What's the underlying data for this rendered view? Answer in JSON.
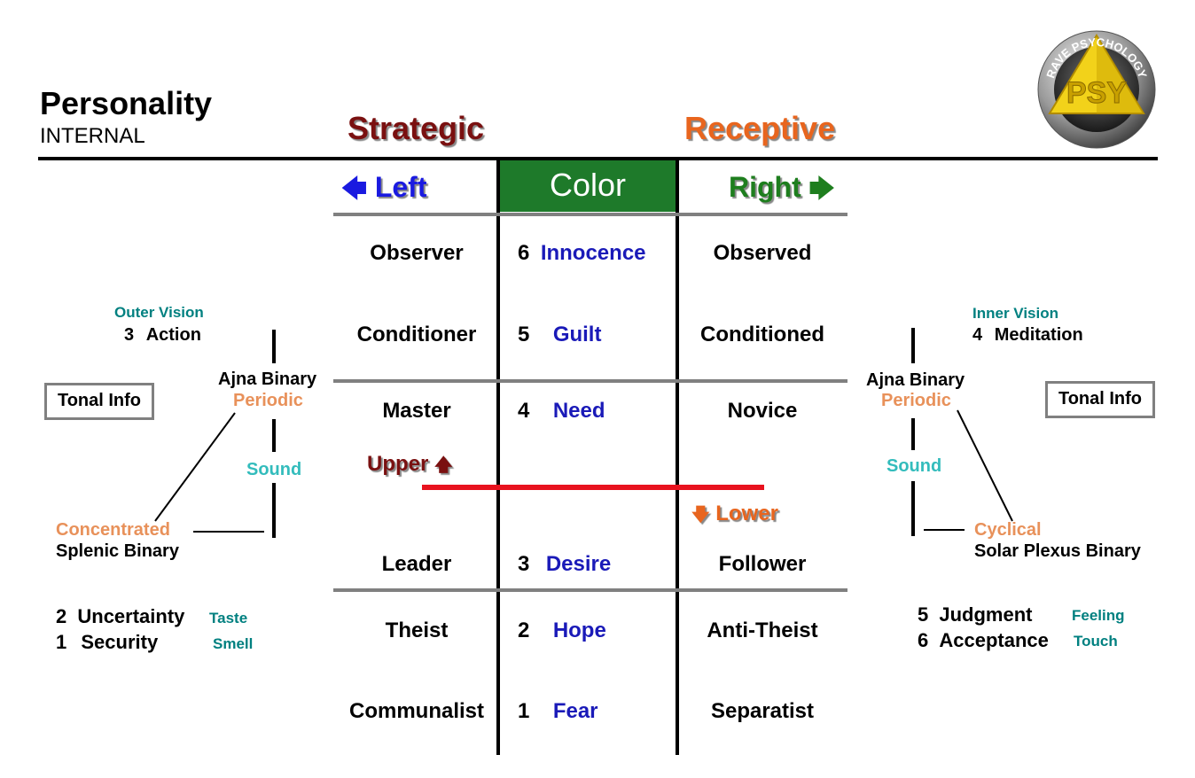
{
  "header": {
    "title": "Personality",
    "subtitle": "INTERNAL",
    "strategic": "Strategic",
    "receptive": "Receptive",
    "logo_text": "PSY",
    "logo_ring_text": "RAVE PSYCHOLOGY"
  },
  "columns": {
    "left": "Left",
    "center": "Color",
    "right": "Right"
  },
  "rows": [
    {
      "left": "Observer",
      "num": "6",
      "color": "Innocence",
      "right": "Observed"
    },
    {
      "left": "Conditioner",
      "num": "5",
      "color": "Guilt",
      "right": "Conditioned"
    },
    {
      "left": "Master",
      "num": "4",
      "color": "Need",
      "right": "Novice"
    },
    {
      "left": "Leader",
      "num": "3",
      "color": "Desire",
      "right": "Follower"
    },
    {
      "left": "Theist",
      "num": "2",
      "color": "Hope",
      "right": "Anti-Theist"
    },
    {
      "left": "Communalist",
      "num": "1",
      "color": "Fear",
      "right": "Separatist"
    }
  ],
  "markers": {
    "upper": "Upper",
    "lower": "Lower"
  },
  "left_side": {
    "vision": "Outer Vision",
    "vision_num": "3",
    "vision_word": "Action",
    "tonal": "Tonal Info",
    "binary": "Ajna Binary",
    "periodic": "Periodic",
    "sound": "Sound",
    "concentrated": "Concentrated",
    "splenic": "Splenic Binary",
    "items": [
      {
        "num": "2",
        "word": "Uncertainty",
        "sense": "Taste"
      },
      {
        "num": "1",
        "word": "Security",
        "sense": "Smell"
      }
    ]
  },
  "right_side": {
    "vision": "Inner Vision",
    "vision_num": "4",
    "vision_word": "Meditation",
    "tonal": "Tonal Info",
    "binary": "Ajna Binary",
    "periodic": "Periodic",
    "sound": "Sound",
    "cyclical": "Cyclical",
    "solar": "Solar Plexus Binary",
    "items": [
      {
        "num": "5",
        "word": "Judgment",
        "sense": "Feeling"
      },
      {
        "num": "6",
        "word": "Acceptance",
        "sense": "Touch"
      }
    ]
  },
  "colors": {
    "strategic": "#7a1010",
    "receptive": "#e8651e",
    "left": "#1a1ae0",
    "right": "#1e7e1e",
    "color_header_bg": "#1e7a2a",
    "upper_line": "#e8121e",
    "color_words": "#1a1ab8",
    "teal_label": "#008080",
    "orange_label": "#e8915a"
  }
}
